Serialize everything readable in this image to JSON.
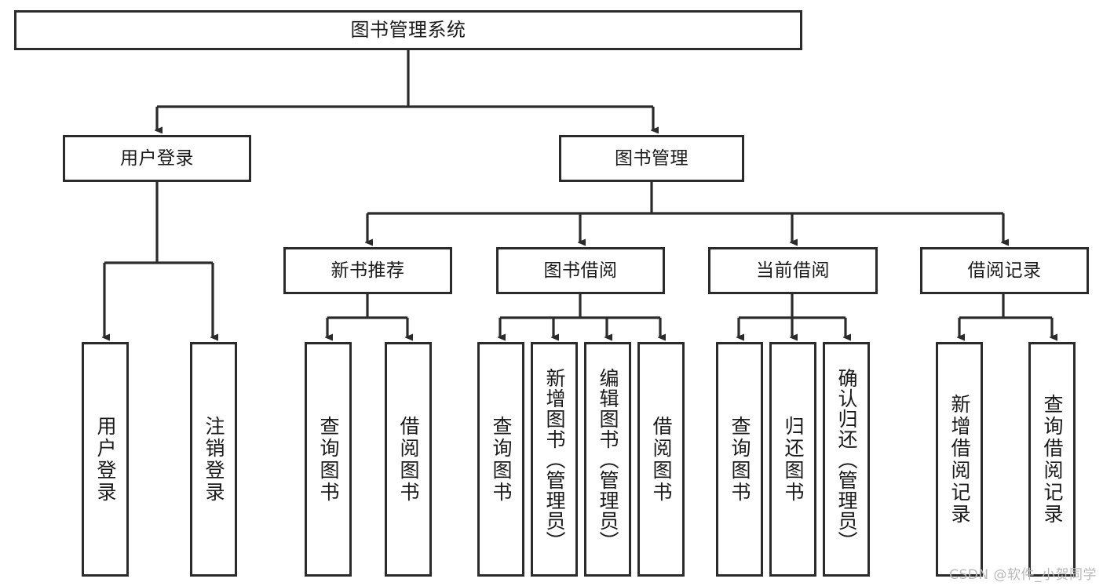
{
  "diagram": {
    "title": "图书管理系统",
    "type": "tree-hierarchy-diagram",
    "watermark": "CSDN @软件_小贺同学",
    "colors": {
      "stroke": "#2b2b2b",
      "fill": "#ffffff",
      "text": "#1a1a1a",
      "watermark": "#b9b9b9"
    }
  },
  "nodes": {
    "root": {
      "label": "图书管理系统"
    },
    "level2": [
      {
        "label": "用户登录"
      },
      {
        "label": "图书管理"
      }
    ],
    "level3": [
      {
        "label": "新书推荐"
      },
      {
        "label": "图书借阅"
      },
      {
        "label": "当前借阅"
      },
      {
        "label": "借阅记录"
      }
    ],
    "leaves": {
      "user_login": [
        {
          "label": "用户登录"
        },
        {
          "label": "注销登录"
        }
      ],
      "new_book": [
        {
          "label": "查询图书"
        },
        {
          "label": "借阅图书"
        }
      ],
      "book_borrow": [
        {
          "label": "查询图书"
        },
        {
          "label": "新增图书（管理员）"
        },
        {
          "label": "编辑图书（管理员）"
        },
        {
          "label": "借阅图书"
        }
      ],
      "current_borrow": [
        {
          "label": "查询图书"
        },
        {
          "label": "归还图书"
        },
        {
          "label": "确认归还（管理员）"
        }
      ],
      "borrow_record": [
        {
          "label": "新增借阅记录"
        },
        {
          "label": "查询借阅记录"
        }
      ]
    }
  }
}
